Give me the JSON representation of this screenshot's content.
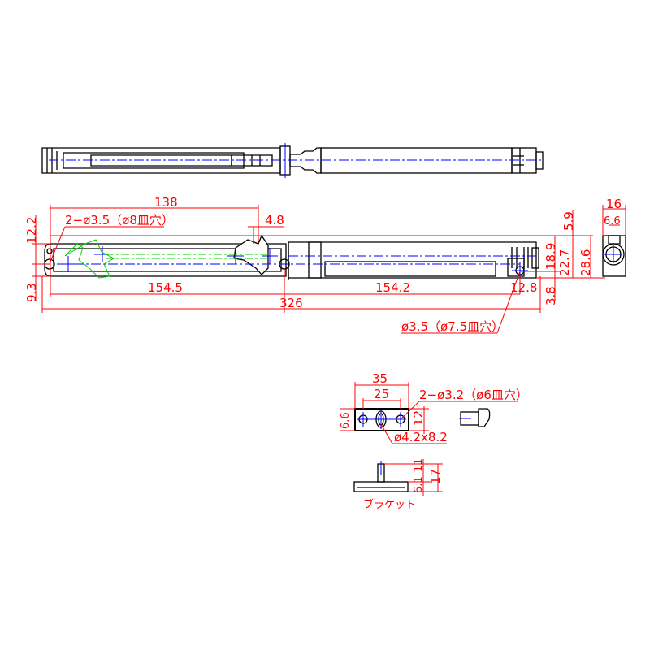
{
  "main_view": {
    "dim_138": "138",
    "hole_note": "2−ø3.5（ø8皿穴）",
    "dim_4_8": "4.8",
    "dim_12_2": "12.2",
    "dim_9_3": "9.3",
    "dim_154_5": "154.5",
    "dim_154_2": "154.2",
    "dim_326": "326",
    "dim_5_9": "5.9",
    "dim_18_9": "18.9",
    "dim_22_7": "22.7",
    "dim_28_6": "28.6",
    "dim_12_8": "12.8",
    "dim_3_8": "3.8",
    "end_hole_note": "ø3.5（ø7.5皿穴）"
  },
  "end_view": {
    "dim_16": "16",
    "dim_6_6": "6.6"
  },
  "bracket": {
    "dim_35": "35",
    "dim_25": "25",
    "hole_note": "2−ø3.2（ø6皿穴）",
    "dim_6_6": "6.6",
    "dim_12": "12",
    "slot_note": "ø4.2x8.2",
    "dim_6_1": "6.1",
    "dim_11": "11",
    "dim_17": "17",
    "label": "ブラケット"
  }
}
